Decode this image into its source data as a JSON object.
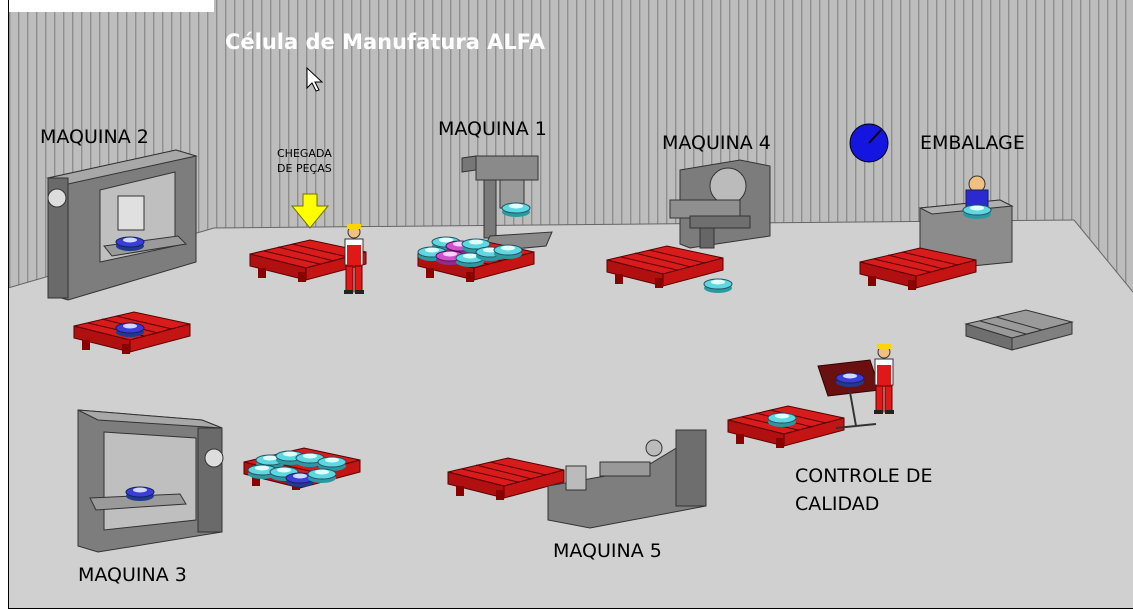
{
  "title": "Célula de Manufatura ALFA",
  "labels": {
    "maquina1": "MAQUINA 1",
    "maquina2": "MAQUINA 2",
    "maquina3": "MAQUINA 3",
    "maquina4": "MAQUINA 4",
    "maquina5": "MAQUINA 5",
    "embalage": "EMBALAGE",
    "chegada_line1": "CHEGADA",
    "chegada_line2": "DE PEÇAS",
    "controle_line1": "CONTROLE DE",
    "controle_line2": "CALIDAD"
  },
  "colors": {
    "wall": "#bcbcbc",
    "wall_stripe": "#9a9a9a",
    "floor": "#cfcfcf",
    "pallet": "#d81c1c",
    "machine": "#8a8a8a",
    "part_blue": "#3c3cd8",
    "part_cyan": "#5fd7e0",
    "part_magenta": "#d050d0",
    "arrow": "#ffff00",
    "clock": "#1515e0"
  },
  "icons": [
    "cursor-arrow-icon",
    "arrival-arrow-icon",
    "clock-icon"
  ]
}
